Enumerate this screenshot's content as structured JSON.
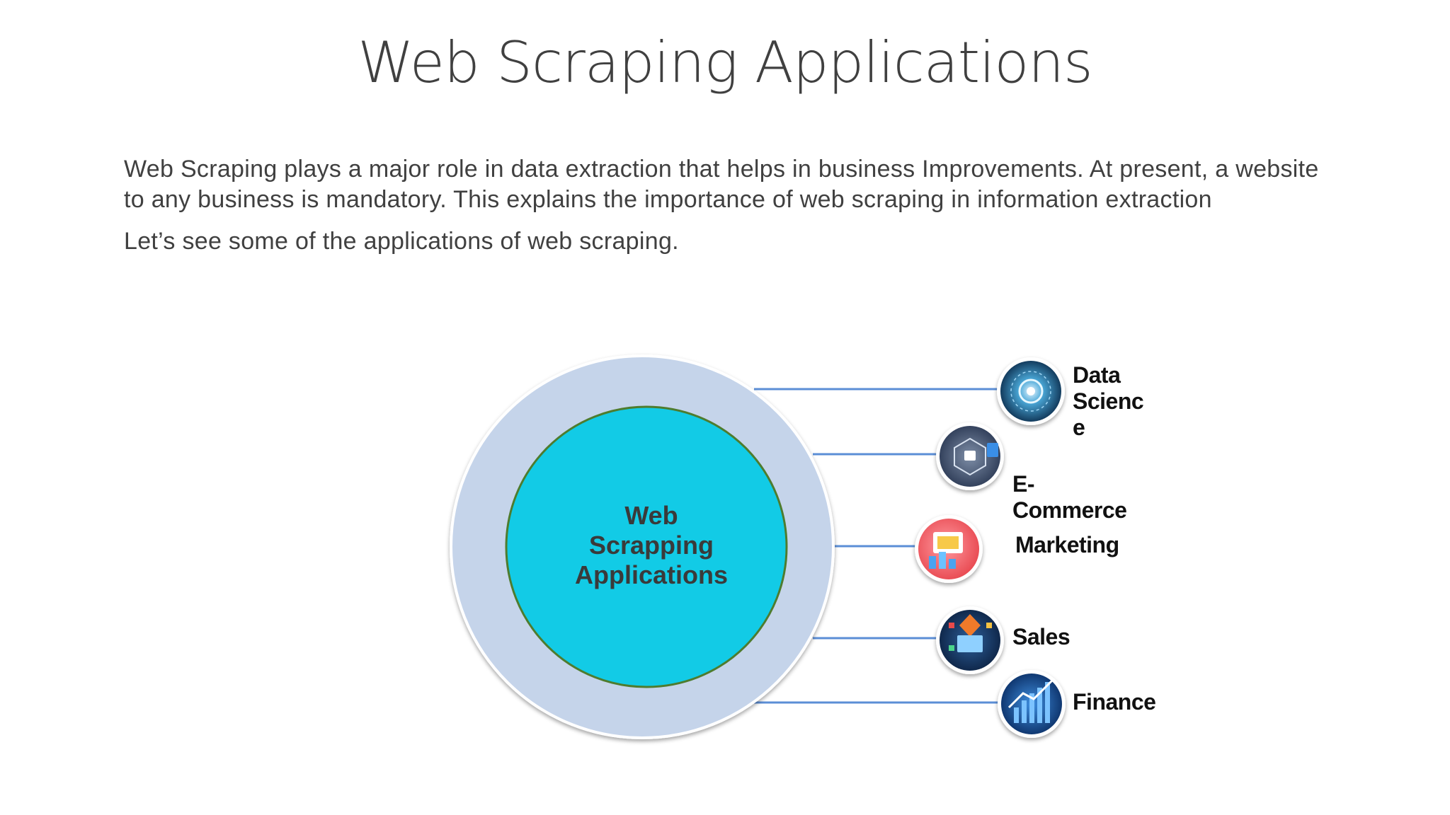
{
  "slide": {
    "title": "Web Scraping Applications",
    "paragraphs": [
      "Web Scraping plays a major role in data extraction that helps in business Improvements. At present, a website to any business is mandatory. This explains the importance of web scraping in information extraction",
      "Let’s see some of the applications of web scraping."
    ]
  },
  "diagram": {
    "center": {
      "line1": "Web",
      "line2": "Scrapping",
      "line3": "Applications"
    },
    "applications": [
      {
        "lines": [
          "Data",
          "Scienc",
          "e"
        ],
        "icon": "data-science-icon"
      },
      {
        "lines": [
          "E-",
          "Commerce"
        ],
        "icon": "e-commerce-icon"
      },
      {
        "lines": [
          "Marketing"
        ],
        "icon": "marketing-icon"
      },
      {
        "lines": [
          "Sales"
        ],
        "icon": "sales-icon"
      },
      {
        "lines": [
          "Finance"
        ],
        "icon": "finance-icon"
      }
    ],
    "colors": {
      "outer_ring": "#c5d4ea",
      "inner_circle": "#12cbe6",
      "inner_border": "#4e7c2e",
      "connector": "#5b8ed6"
    }
  }
}
